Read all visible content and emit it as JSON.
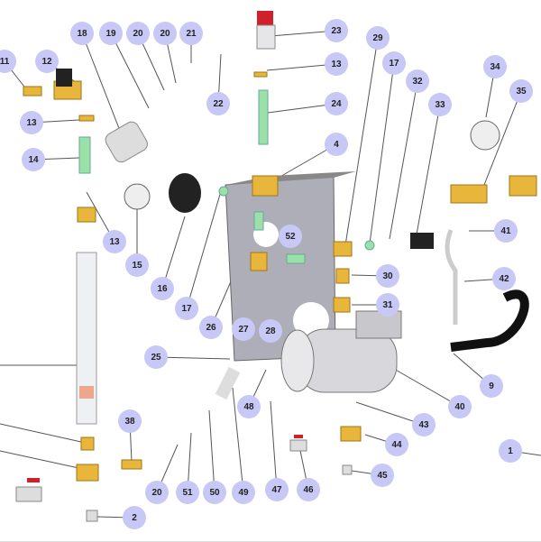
{
  "callouts": [
    "11",
    "12",
    "13",
    "14",
    "13",
    "18",
    "19",
    "20",
    "20",
    "21",
    "22",
    "23",
    "13",
    "24",
    "4",
    "29",
    "17",
    "32",
    "33",
    "34",
    "35",
    "15",
    "16",
    "17",
    "26",
    "27",
    "28",
    "52",
    "30",
    "31",
    "41",
    "42",
    "25",
    "9",
    "40",
    "43",
    "44",
    "45",
    "1",
    "48",
    "38",
    "20",
    "51",
    "50",
    "49",
    "47",
    "46",
    "2"
  ],
  "colors": {
    "callout": "#c8c8f6",
    "brass": "#e8b63a",
    "panel": "#b0b0b8",
    "hose": "#1a1a1a",
    "valve_handle": "#d0202a"
  }
}
